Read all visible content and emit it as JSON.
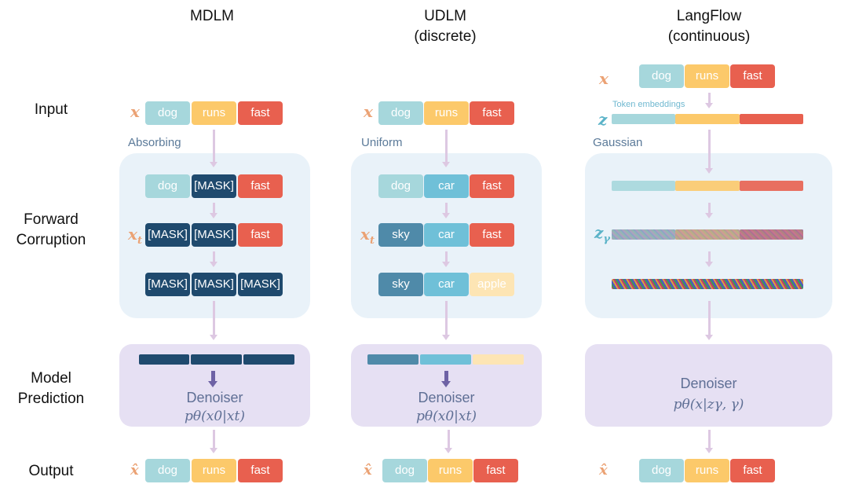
{
  "titles": {
    "mdlm": "MDLM",
    "udlm": "UDLM",
    "udlm_sub": "(discrete)",
    "langflow": "LangFlow",
    "langflow_sub": "(continuous)"
  },
  "row_labels": {
    "input": "Input",
    "forward_1": "Forward",
    "forward_2": "Corruption",
    "model_1": "Model",
    "model_2": "Prediction",
    "output": "Output"
  },
  "vars": {
    "x": "x",
    "x_t": "x",
    "t": "t",
    "z": "z",
    "z_gamma": "z",
    "gamma": "γ",
    "x_hat": "x̂"
  },
  "mdlm": {
    "noise": "Absorbing",
    "input": [
      "dog",
      "runs",
      "fast"
    ],
    "step1": [
      "dog",
      "[MASK]",
      "fast"
    ],
    "step2": [
      "[MASK]",
      "[MASK]",
      "fast"
    ],
    "step3": [
      "[MASK]",
      "[MASK]",
      "[MASK]"
    ],
    "denoiser": "Denoiser",
    "formula": "pθ(x0|xt)",
    "output": [
      "dog",
      "runs",
      "fast"
    ]
  },
  "udlm": {
    "noise": "Uniform",
    "input": [
      "dog",
      "runs",
      "fast"
    ],
    "step1": [
      "dog",
      "car",
      "fast"
    ],
    "step2": [
      "sky",
      "car",
      "fast"
    ],
    "step3": [
      "sky",
      "car",
      "apple"
    ],
    "denoiser": "Denoiser",
    "formula": "pθ(x0|xt)",
    "output": [
      "dog",
      "runs",
      "fast"
    ]
  },
  "langflow": {
    "noise": "Gaussian",
    "embed_label": "Token embeddings",
    "input": [
      "dog",
      "runs",
      "fast"
    ],
    "denoiser": "Denoiser",
    "formula": "pθ(x|zγ, γ)",
    "output": [
      "dog",
      "runs",
      "fast"
    ]
  },
  "colors": {
    "dog": "#a6d7dc",
    "runs": "#fcc96a",
    "fast": "#e8604f",
    "mask": "#1f4a6e",
    "sky": "#4f8aa9",
    "car": "#6fc0d8",
    "apple": "#fde5b4"
  }
}
